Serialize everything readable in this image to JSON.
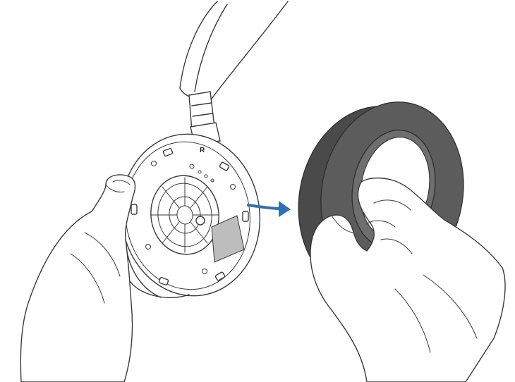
{
  "figure": {
    "channel_marking": "R",
    "colors": {
      "arrow": "#2f6fb3",
      "cushion_foam": "#5c5c5c",
      "cushion_inner": "#6e6e6e",
      "label_pad": "#bdbdbd",
      "line": "#3a3a3a"
    },
    "icons": [
      "headphone-earcup-without-cushion",
      "direction-arrow-right",
      "ear-cushion"
    ]
  }
}
